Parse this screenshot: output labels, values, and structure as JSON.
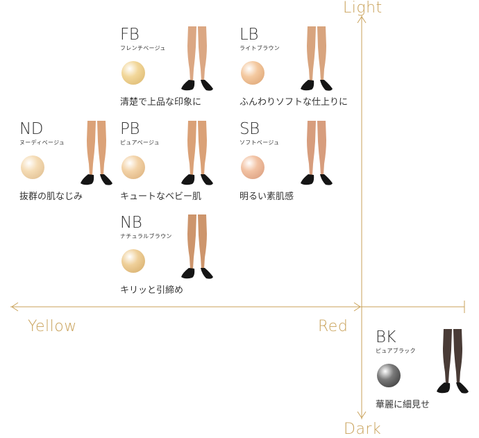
{
  "axes": {
    "top": "Light",
    "bottom": "Dark",
    "left": "Yellow",
    "right": "Red",
    "color": "#c9a25a"
  },
  "items": [
    {
      "code": "FB",
      "kana": "フレンチベージュ",
      "desc": "清楚で上品な印象に",
      "ball_color": "#f2d79a",
      "ball_shade": "#d9b46a",
      "skin": "#d8a078"
    },
    {
      "code": "LB",
      "kana": "ライトブラウン",
      "desc": "ふんわりソフトな仕上りに",
      "ball_color": "#f4c9a0",
      "ball_shade": "#d99f6e",
      "skin": "#d59c73"
    },
    {
      "code": "ND",
      "kana": "ヌーディベージュ",
      "desc": "抜群の肌なじみ",
      "ball_color": "#f5dcb5",
      "ball_shade": "#dcb98a",
      "skin": "#d89a6c"
    },
    {
      "code": "PB",
      "kana": "ピュアベージュ",
      "desc": "キュートなベビー肌",
      "ball_color": "#f3d3a8",
      "ball_shade": "#d9ad78",
      "skin": "#d7996b"
    },
    {
      "code": "SB",
      "kana": "ソフトベージュ",
      "desc": "明るい素肌感",
      "ball_color": "#f2c2a3",
      "ball_shade": "#d69878",
      "skin": "#d49572"
    },
    {
      "code": "NB",
      "kana": "ナチュラルブラウン",
      "desc": "キリッと引締め",
      "ball_color": "#efd09a",
      "ball_shade": "#d3a965",
      "skin": "#c98c5f"
    },
    {
      "code": "BK",
      "kana": "ピュアブラック",
      "desc": "華麗に細見せ",
      "ball_color": "#7a7a7a",
      "ball_shade": "#2e2e2e",
      "skin": "#3a2a25"
    }
  ]
}
